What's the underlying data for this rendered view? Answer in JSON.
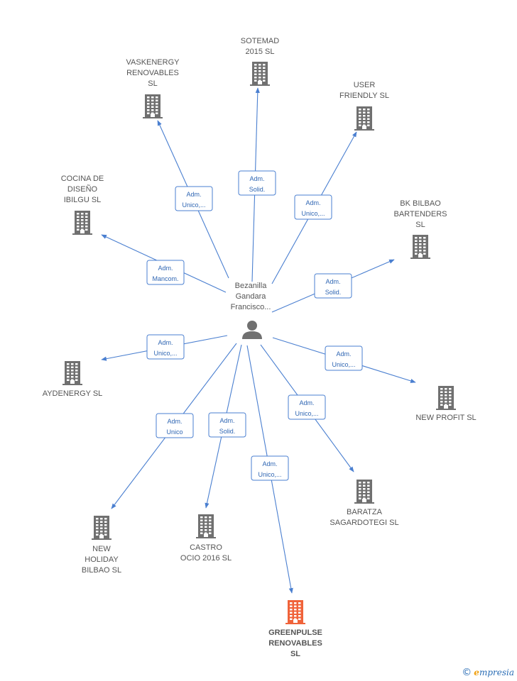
{
  "center": {
    "name": [
      "Bezanilla",
      "Gandara",
      "Francisco..."
    ]
  },
  "colors": {
    "building": "#707070",
    "highlight": "#f0633a",
    "edge": "#4a7fd0"
  },
  "nodes": [
    {
      "id": "sotemad",
      "label": [
        "SOTEMAD",
        "2015  SL"
      ],
      "relation": [
        "Adm.",
        "Solid."
      ],
      "highlight": false
    },
    {
      "id": "vaskenergy",
      "label": [
        "VASKENERGY",
        "RENOVABLES",
        "SL"
      ],
      "relation": [
        "Adm.",
        "Unico,..."
      ],
      "highlight": false
    },
    {
      "id": "user-friendly",
      "label": [
        "USER",
        "FRIENDLY  SL"
      ],
      "relation": [
        "Adm.",
        "Unico,..."
      ],
      "highlight": false
    },
    {
      "id": "cocina",
      "label": [
        "COCINA DE",
        "DISEÑO",
        "IBILGU SL"
      ],
      "relation": [
        "Adm.",
        "Mancom."
      ],
      "highlight": false
    },
    {
      "id": "bk-bilbao",
      "label": [
        "BK BILBAO",
        "BARTENDERS",
        "SL"
      ],
      "relation": [
        "Adm.",
        "Solid."
      ],
      "highlight": false
    },
    {
      "id": "aydenergy",
      "label": [
        "AYDENERGY  SL"
      ],
      "relation": [
        "Adm.",
        "Unico,..."
      ],
      "highlight": false
    },
    {
      "id": "new-profit",
      "label": [
        "NEW PROFIT  SL"
      ],
      "relation": [
        "Adm.",
        "Unico,..."
      ],
      "highlight": false
    },
    {
      "id": "baratza",
      "label": [
        "BARATZA",
        "SAGARDOTEGI SL"
      ],
      "relation": [
        "Adm.",
        "Unico,..."
      ],
      "highlight": false
    },
    {
      "id": "new-holiday",
      "label": [
        "NEW",
        "HOLIDAY",
        "BILBAO SL"
      ],
      "relation": [
        "Adm.",
        "Unico"
      ],
      "highlight": false
    },
    {
      "id": "castro",
      "label": [
        "CASTRO",
        "OCIO 2016  SL"
      ],
      "relation": [
        "Adm.",
        "Solid."
      ],
      "highlight": false
    },
    {
      "id": "greenpulse",
      "label": [
        "GREENPULSE",
        "RENOVABLES",
        "SL"
      ],
      "relation": [
        "Adm.",
        "Unico,..."
      ],
      "highlight": true
    }
  ],
  "footer": {
    "copyright": "©",
    "brand_initial": "e",
    "brand_rest": "mpresia"
  }
}
